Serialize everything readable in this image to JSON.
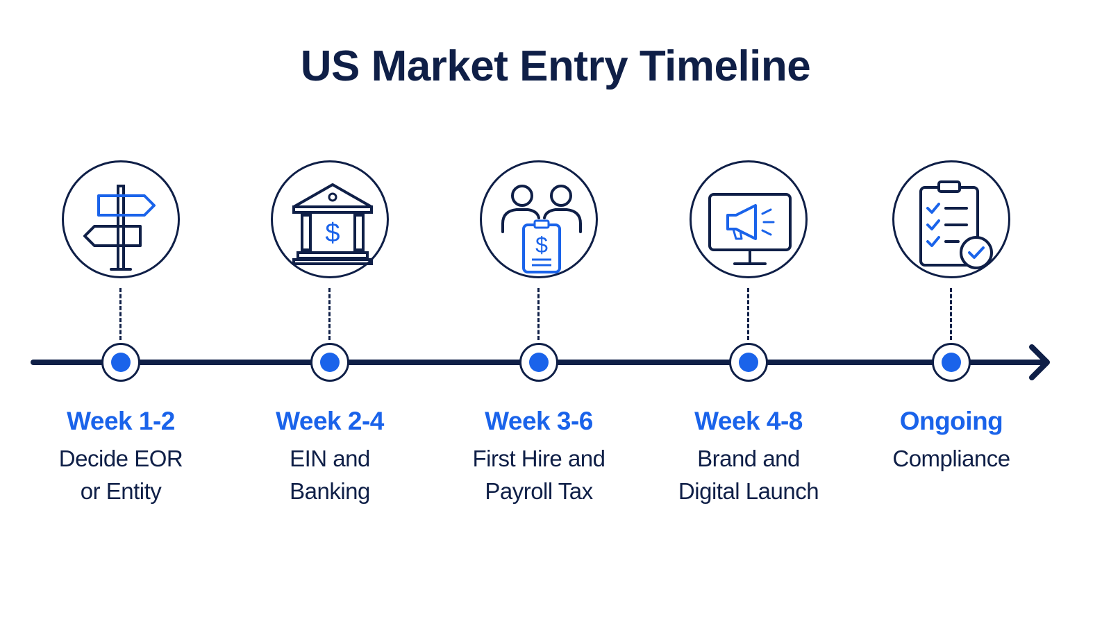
{
  "title": "US Market Entry Timeline",
  "colors": {
    "accent": "#1a63ea",
    "ink": "#0f1f47",
    "background": "#ffffff"
  },
  "milestones": [
    {
      "period": "Week 1-2",
      "line1": "Decide EOR",
      "line2": "or Entity",
      "icon": "signpost-icon"
    },
    {
      "period": "Week 2-4",
      "line1": "EIN and",
      "line2": "Banking",
      "icon": "bank-icon"
    },
    {
      "period": "Week 3-6",
      "line1": "First Hire and",
      "line2": "Payroll Tax",
      "icon": "hire-payroll-icon"
    },
    {
      "period": "Week 4-8",
      "line1": "Brand and",
      "line2": "Digital Launch",
      "icon": "digital-launch-icon"
    },
    {
      "period": "Ongoing",
      "line1": "Compliance",
      "line2": "",
      "icon": "compliance-checklist-icon"
    }
  ]
}
